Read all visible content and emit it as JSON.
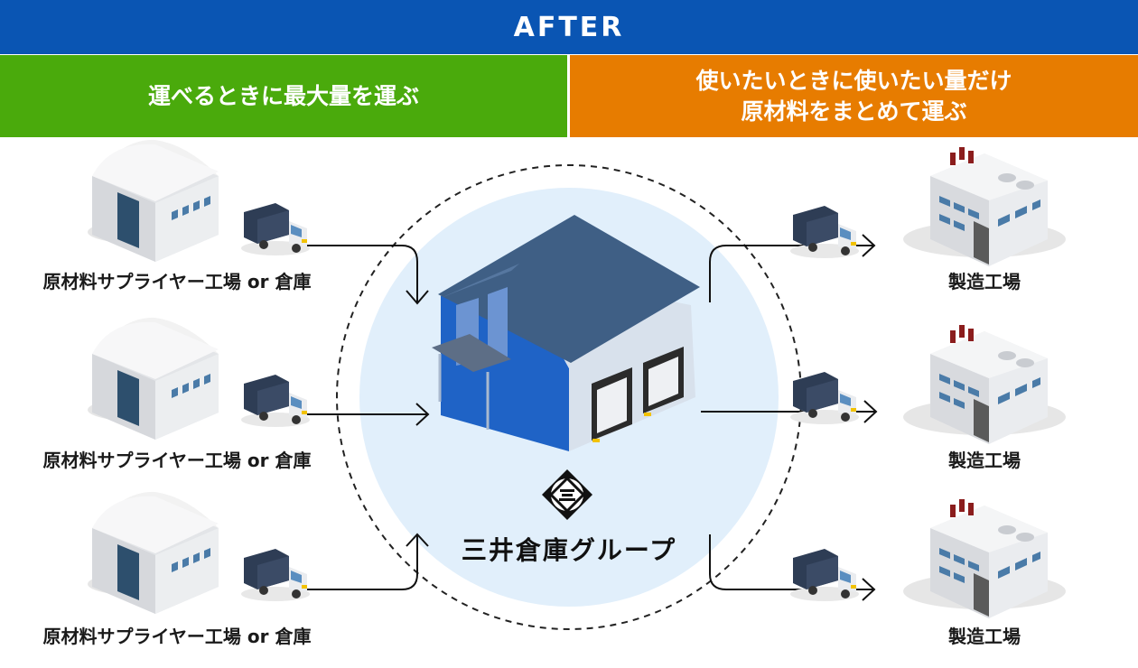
{
  "banner": {
    "title": "AFTER"
  },
  "left_header": {
    "text": "運べるときに最大量を運ぶ"
  },
  "right_header": {
    "line1": "使いたいときに使いたい量だけ",
    "line2": "原材料をまとめて運ぶ"
  },
  "sources": [
    {
      "label": "原材料サプライヤー工場 or 倉庫"
    },
    {
      "label": "原材料サプライヤー工場 or 倉庫"
    },
    {
      "label": "原材料サプライヤー工場 or 倉庫"
    }
  ],
  "hub": {
    "company": "三井倉庫グループ",
    "logo_icon": "mitsui-logo-icon",
    "building_icon": "warehouse-icon"
  },
  "factories": [
    {
      "label": "製造工場"
    },
    {
      "label": "製造工場"
    },
    {
      "label": "製造工場"
    }
  ],
  "colors": {
    "banner": "#0a55b3",
    "left_header": "#4aaa0c",
    "right_header": "#e77c00",
    "hub_circle": "#e1effb"
  }
}
